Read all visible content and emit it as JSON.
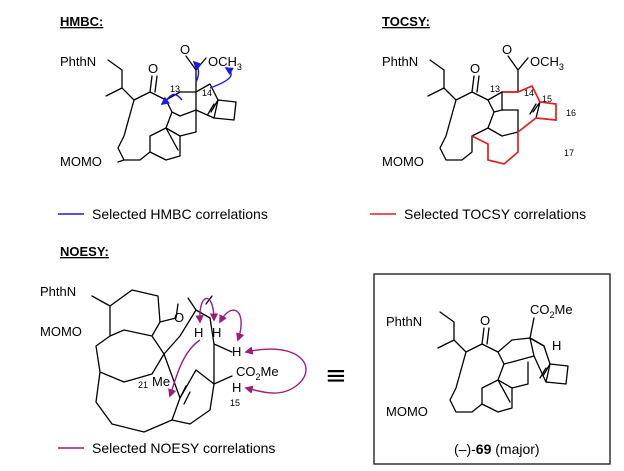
{
  "sections": {
    "hmbc": {
      "heading": "HMBC:",
      "legend": "Selected HMBC correlations",
      "color": "#1a1ae6",
      "labels": {
        "amine": "PhthN",
        "mom": "MOMO",
        "ketone_o": "O",
        "ester_o": "O",
        "ester": "OCH",
        "ester_sub": "3",
        "n13": "13",
        "n14": "14"
      }
    },
    "tocsy": {
      "heading": "TOCSY:",
      "legend": "Selected TOCSY correlations",
      "color": "#e02020",
      "labels": {
        "amine": "PhthN",
        "mom": "MOMO",
        "ketone_o": "O",
        "ester_o": "O",
        "ester": "OCH",
        "ester_sub": "3",
        "n13": "13",
        "n14": "14",
        "n15": "15",
        "n16": "16",
        "n17": "17"
      }
    },
    "noesy": {
      "heading": "NOESY:",
      "legend": "Selected NOESY correlations",
      "color": "#9c1c7c",
      "labels": {
        "amine": "PhthN",
        "mom": "MOMO",
        "ketone_o": "O",
        "h1": "H",
        "h2": "H",
        "h3": "H",
        "h4": "H",
        "ester": "CO",
        "ester_sub": "2",
        "ester_tail": "Me",
        "me": "Me",
        "n21": "21",
        "n15": "15"
      }
    },
    "equivalence_symbol": "≡",
    "product": {
      "labels": {
        "amine": "PhthN",
        "mom": "MOMO",
        "ketone_o": "O",
        "ester": "CO",
        "ester_sub": "2",
        "ester_tail": "Me",
        "h": "H"
      },
      "caption_prefix": "(–)-",
      "caption_number": "69",
      "caption_suffix": " (major)"
    }
  }
}
